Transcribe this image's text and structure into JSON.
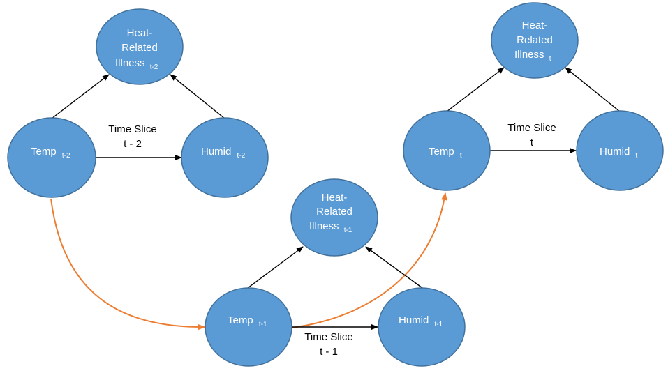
{
  "colors": {
    "node_fill": "#5b9bd5",
    "node_stroke": "#41719c",
    "node_text": "#ffffff",
    "intra_edge": "#000000",
    "temporal_edge": "#ed7d31"
  },
  "nodes": {
    "hri_t2": {
      "line1": "Heat-",
      "line2": "Related",
      "line3": "Illness",
      "sub": "t-2"
    },
    "temp_t2": {
      "label": "Temp",
      "sub": "t-2"
    },
    "humid_t2": {
      "label": "Humid",
      "sub": "t-2"
    },
    "hri_t1": {
      "line1": "Heat-",
      "line2": "Related",
      "line3": "Illness",
      "sub": "t-1"
    },
    "temp_t1": {
      "label": "Temp",
      "sub": "t-1"
    },
    "humid_t1": {
      "label": "Humid",
      "sub": "t-1"
    },
    "hri_t": {
      "line1": "Heat-",
      "line2": "Related",
      "line3": "Illness",
      "sub": "t"
    },
    "temp_t": {
      "label": "Temp",
      "sub": "t"
    },
    "humid_t": {
      "label": "Humid",
      "sub": "t"
    }
  },
  "slices": {
    "s_t2": {
      "line1": "Time Slice",
      "line2": "t - 2"
    },
    "s_t1": {
      "line1": "Time Slice",
      "line2": "t - 1"
    },
    "s_t": {
      "line1": "Time Slice",
      "line2": "t"
    }
  }
}
